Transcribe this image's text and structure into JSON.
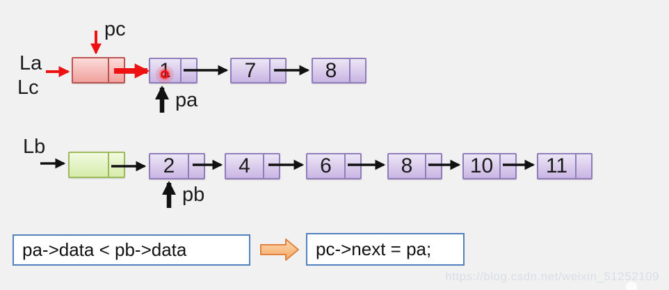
{
  "lists": {
    "la": {
      "left_labels": [
        "La",
        "Lc"
      ],
      "pc_pointer_label": "pc",
      "pa_pointer_label": "pa",
      "head_node": "empty-head",
      "nodes": [
        "1",
        "7",
        "8"
      ],
      "highlight": "red-dot-on-node-1"
    },
    "lb": {
      "left_label": "Lb",
      "pb_pointer_label": "pb",
      "head_node": "empty-head",
      "nodes": [
        "2",
        "4",
        "6",
        "8",
        "10",
        "11"
      ]
    }
  },
  "callouts": {
    "condition": "pa->data < pb->data",
    "statement": "pc->next = pa;"
  },
  "watermark": "https://blog.csdn.net/weixin_51252109",
  "colors": {
    "background": "#f1f1f1",
    "text": "#1a1a1a",
    "node-border": "#8f7cba",
    "node-fill-top": "#ece6f6",
    "node-fill-bottom": "#c9b5e3",
    "red-head-border": "#b95450",
    "red-head-fill-top": "#fbdbda",
    "red-head-fill-bottom": "#f0a19d",
    "green-head-border": "#9cba5c",
    "green-head-fill-top": "#f2fadf",
    "green-head-fill-bottom": "#d6ecac",
    "red-arrow": "#ee1111",
    "black-arrow": "#111111",
    "callout-border": "#4f81bd",
    "block-arrow-fill": "#f9c493",
    "block-arrow-border": "#e0813d",
    "watermark": "#d9dde6"
  }
}
